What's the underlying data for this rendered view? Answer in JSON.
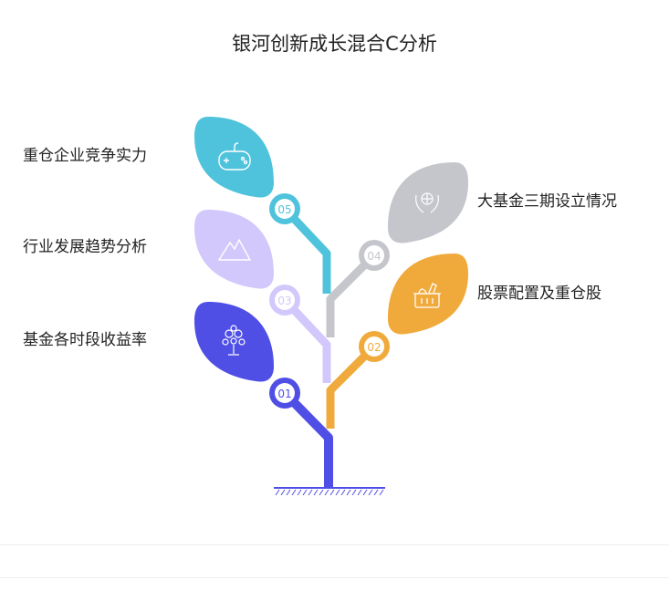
{
  "title": "银河创新成长混合C分析",
  "items": [
    {
      "num": "01",
      "label": "基金各时段收益率",
      "color": "#4f4fe6",
      "icon": "money-tree-icon"
    },
    {
      "num": "02",
      "label": "股票配置及重仓股",
      "color": "#f0aa3c",
      "icon": "shopping-basket-icon"
    },
    {
      "num": "03",
      "label": "行业发展趋势分析",
      "color": "#d3c8fb",
      "icon": "mountain-icon"
    },
    {
      "num": "04",
      "label": "大基金三期设立情况",
      "color": "#c4c6cc",
      "icon": "globe-hands-icon"
    },
    {
      "num": "05",
      "label": "重仓企业竞争实力",
      "color": "#4fc3dc",
      "icon": "gamepad-icon"
    }
  ]
}
